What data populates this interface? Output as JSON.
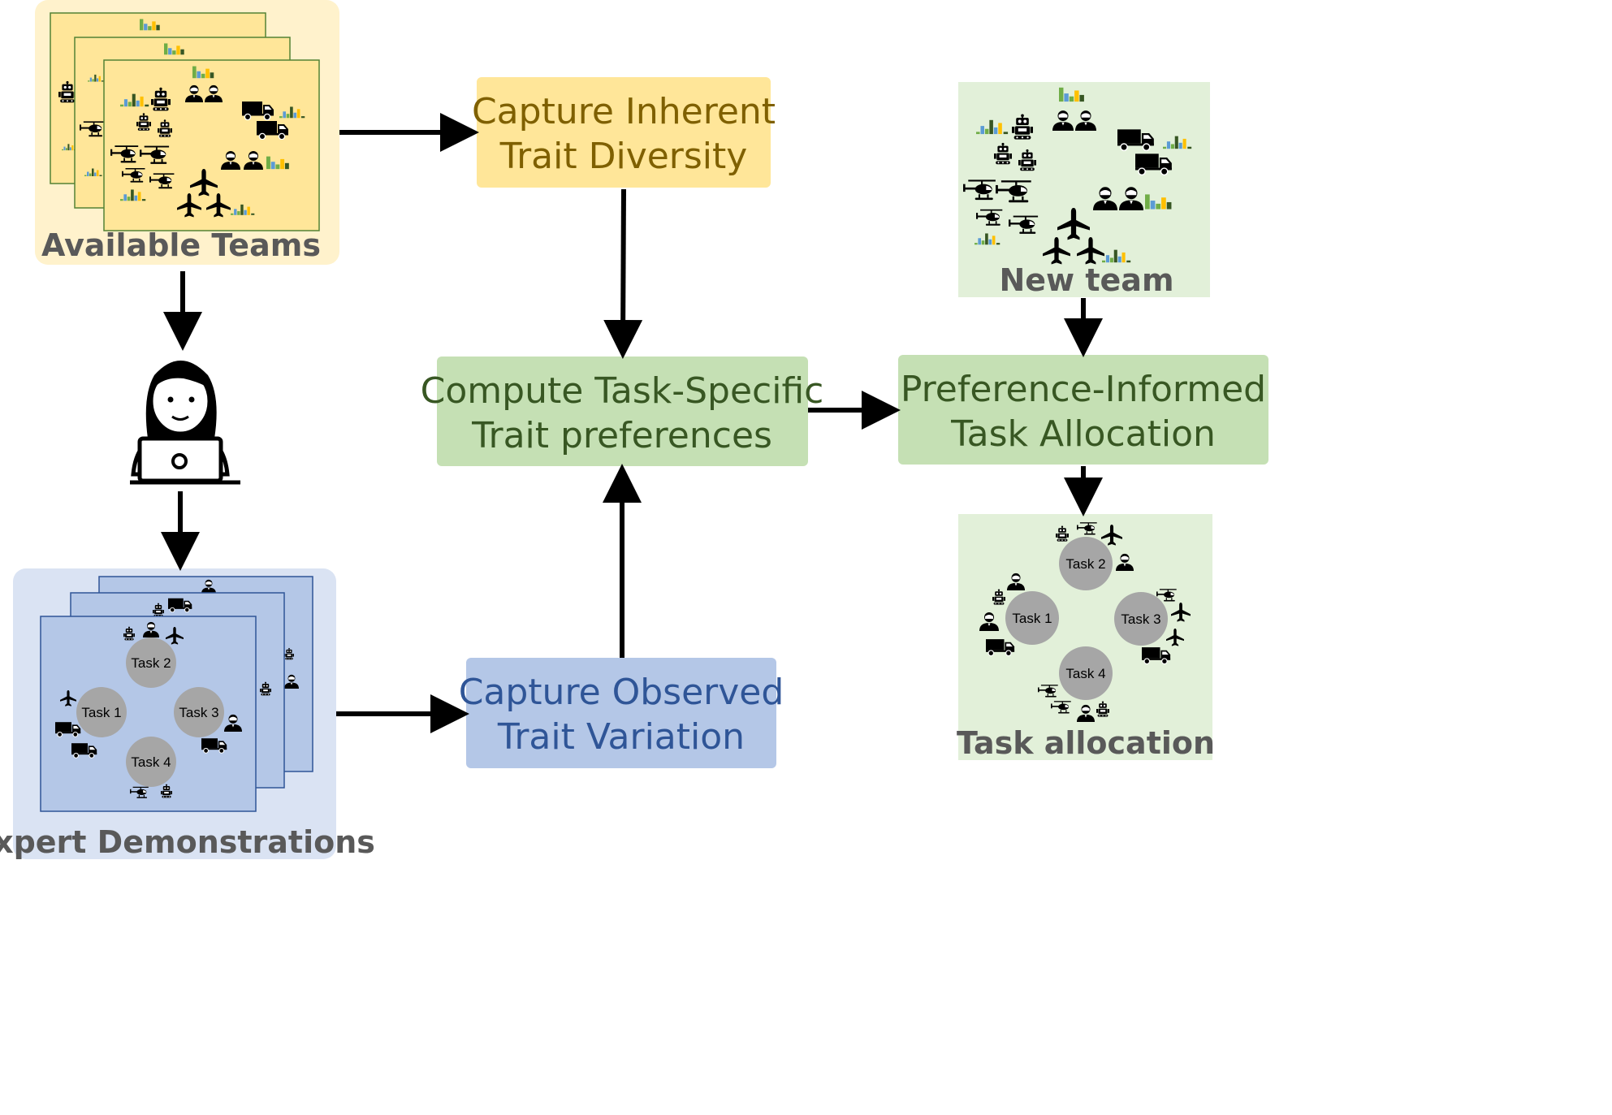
{
  "colors": {
    "yellow_panel": "#fff2cc",
    "yellow_box": "#ffe699",
    "yellow_text": "#7f6000",
    "green_panel": "#e2f0d9",
    "green_box": "#c5e0b4",
    "green_text": "#385723",
    "blue_panel": "#dae3f3",
    "blue_box": "#b4c7e7",
    "blue_text": "#2f5597",
    "label_gray": "#595959",
    "task_circle": "#a6a6a6",
    "arrow": "#000000",
    "bar_green": "#70ad47",
    "bar_blue": "#5b9bd5",
    "bar_yellow": "#ffc000",
    "bar_dark": "#375623"
  },
  "panels": {
    "available_teams": {
      "label": "Available Teams"
    },
    "expert_demonstrations": {
      "label": "Expert Demonstrations"
    },
    "new_team": {
      "label": "New team"
    },
    "task_allocation": {
      "label": "Task allocation"
    }
  },
  "nodes": {
    "capture_inherent": {
      "line1": "Capture Inherent",
      "line2": "Trait Diversity"
    },
    "compute_preferences": {
      "line1": "Compute Task-Specific",
      "line2": "Trait preferences"
    },
    "preference_allocation": {
      "line1": "Preference-Informed",
      "line2": "Task Allocation"
    },
    "capture_observed": {
      "line1": "Capture Observed",
      "line2": "Trait Variation"
    }
  },
  "tasks": {
    "t1": "Task 1",
    "t2": "Task 2",
    "t3": "Task 3",
    "t4": "Task 4"
  },
  "icons": [
    "robot-icon",
    "person-icon",
    "truck-icon",
    "helicopter-icon",
    "airplane-icon",
    "trait-bars-icon",
    "expert-at-laptop-icon"
  ]
}
